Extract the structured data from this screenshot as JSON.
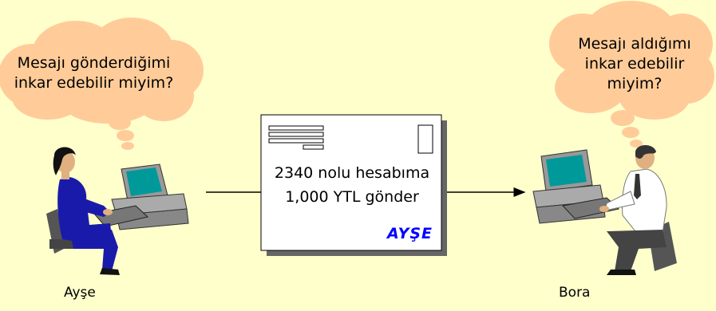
{
  "sender": {
    "name": "Ayşe",
    "thought": "Mesajı gönderdiğimi inkar edebilir miyim?",
    "thought_lines": [
      "Mesajı gönderdiğimi",
      "inkar edebilir miyim?"
    ]
  },
  "receiver": {
    "name": "Bora",
    "thought": "Mesajı aldığımı inkar edebilir miyim?",
    "thought_lines": [
      "Mesajı aldığımı",
      "inkar edebilir",
      "miyim?"
    ]
  },
  "message": {
    "lines": [
      "2340 nolu hesabıma",
      "1,000 YTL gönder"
    ],
    "signature": "AYŞE"
  },
  "colors": {
    "background": "#ffffcc",
    "cloud": "#ffcc99",
    "envelope": "#ffffff",
    "signature": "#0000ff",
    "person_left_clothing": "#1a1aaa",
    "person_right_shirt": "#ffffff",
    "monitor_screen": "#009999"
  }
}
